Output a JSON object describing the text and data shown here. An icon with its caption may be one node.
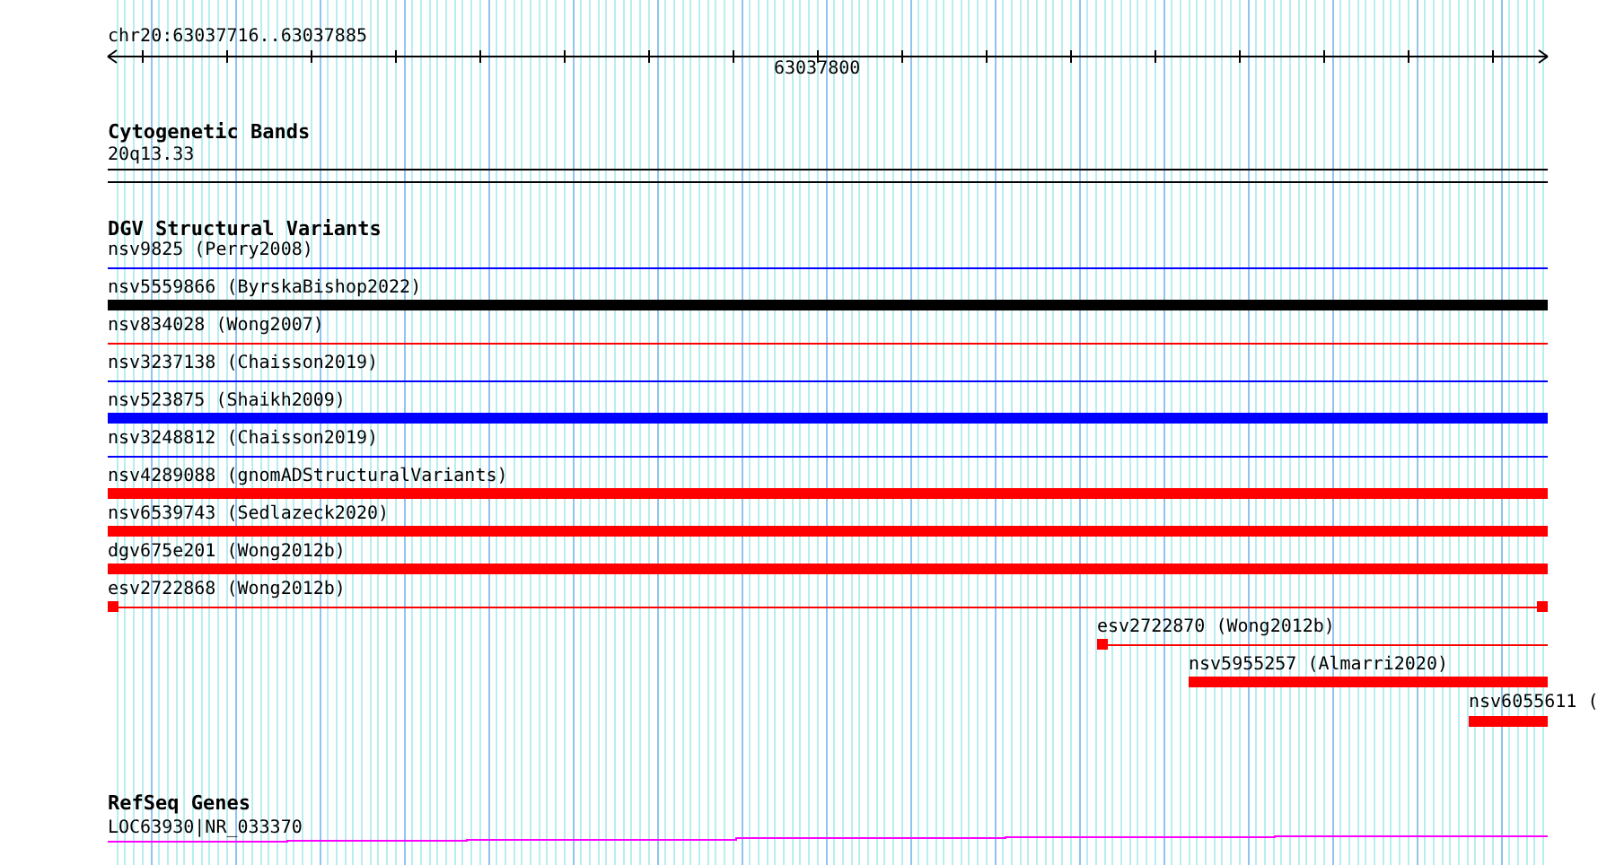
{
  "diagram": {
    "nodes": [
      {
        "text": [
          "20q13.33"
        ]
      },
      {
        "text": [
          "nsv9825 (Perry2008)"
        ]
      },
      {
        "text": [
          "nsv5559866 (ByrskaBishop2022)"
        ]
      },
      {
        "text": [
          "nsv834028 (Wong2007)"
        ]
      },
      {
        "text": [
          "nsv3237138 (Chaisson2019)"
        ]
      },
      {
        "text": [
          "nsv523875 (Shaikh2009)"
        ]
      },
      {
        "text": [
          "nsv3248812 (Chaisson2019)"
        ]
      },
      {
        "text": [
          "nsv4289088 (gnomADStructuralVariants)"
        ]
      },
      {
        "text": [
          "nsv6539743 (Sedlazeck2020)"
        ]
      },
      {
        "text": [
          "dgv675e201 (Wong2012b)"
        ]
      },
      {
        "text": [
          "esv2722868 (Wong2012b)"
        ]
      },
      {
        "text": [
          "esv2722870 (Wong2012b)"
        ]
      },
      {
        "text": [
          "nsv5955257 (Almarri2020)"
        ]
      },
      {
        "text": [
          "nsv6055611 ("
        ]
      },
      {
        "text": [
          "LOC63930|NR_033370"
        ]
      }
    ],
    "labels": [
      "chr20:63037716..63037885",
      "63037800",
      "Cytogenetic Bands",
      "DGV Structural Variants",
      "RefSeq Genes"
    ]
  }
}
